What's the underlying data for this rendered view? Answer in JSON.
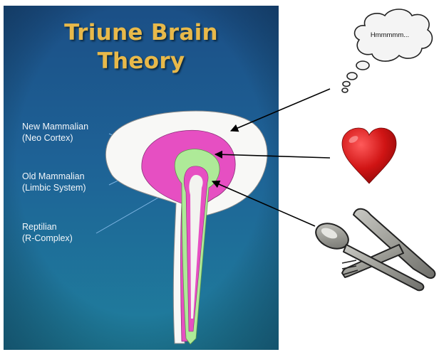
{
  "slide": {
    "title_line1": "Triune Brain",
    "title_line2": "Theory",
    "labels": [
      {
        "line1": "New Mammalian",
        "line2": "(Neo Cortex)"
      },
      {
        "line1": "Old Mammalian",
        "line2": "(Limbic System)"
      },
      {
        "line1": "Reptilian",
        "line2": "(R-Complex)"
      }
    ]
  },
  "thought_bubble": {
    "text": "Hmmmmm..."
  },
  "colors": {
    "slide_background": "#1f5f92",
    "neo_cortex": "#f8f8f6",
    "limbic": "#e64fc2",
    "reptilian": "#aeea98",
    "heart": "#cc1010",
    "title": "#e8b94a"
  },
  "icons": [
    "thought-bubble-icon",
    "heart-icon",
    "spoon-fork-knife-icon"
  ]
}
